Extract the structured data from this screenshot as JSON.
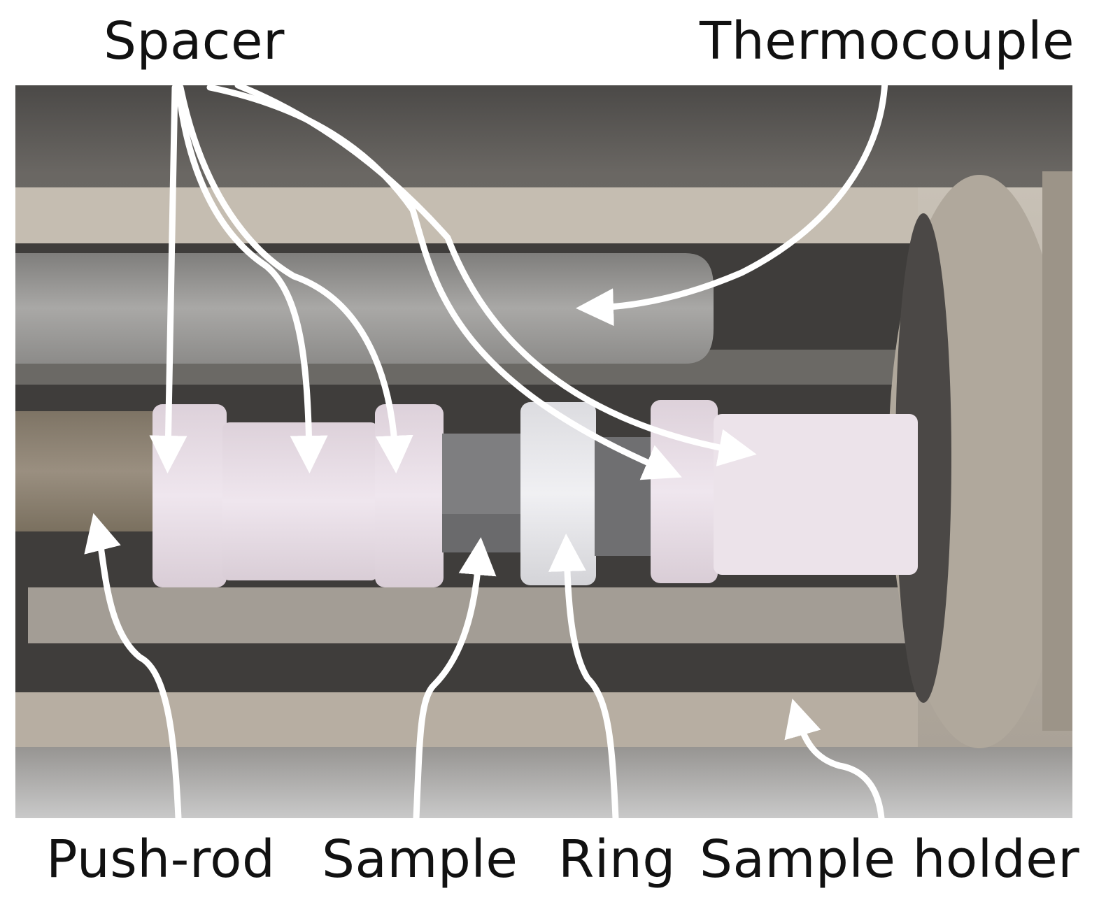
{
  "labels": {
    "spacer": "Spacer",
    "thermocouple": "Thermocouple",
    "push_rod": "Push-rod",
    "sample": "Sample",
    "ring": "Ring",
    "sample_holder": "Sample holder"
  },
  "colors": {
    "background_dark": "#5a5754",
    "tube": "#b9b1a6",
    "thermocouple_rod": "#9d9c9a",
    "push_rod": "#8f8474",
    "spacer": "#e8dee6",
    "sample": "#7e7e80",
    "ring": "#e6e6ea",
    "arrow": "#ffffff"
  }
}
